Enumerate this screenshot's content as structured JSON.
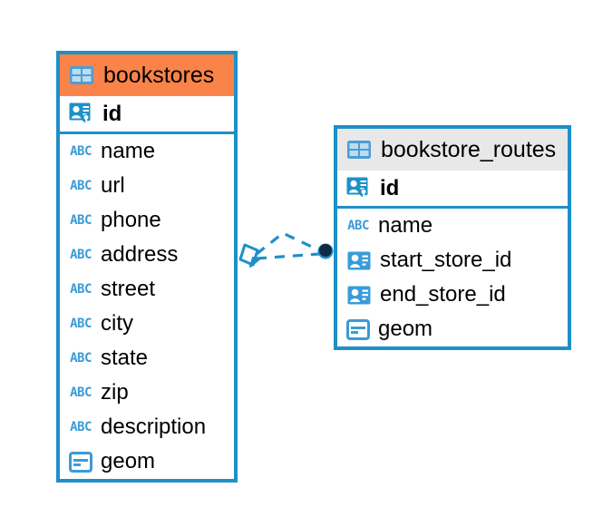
{
  "diagram": {
    "type": "entity-relationship-diagram",
    "background": "#ffffff",
    "accent_blue": "#1e90c8",
    "icon_blue": "#3a9bd9",
    "header_orange": "#fa8349",
    "header_gray": "#e8e8e8",
    "endpoint_dark": "#102a43"
  },
  "entities": [
    {
      "name": "bookstores",
      "header_color": "#fa8349",
      "table_icon": "table-grid-icon",
      "fields": [
        {
          "name": "id",
          "key": "primary",
          "icon": "primary-key-icon"
        },
        {
          "name": "name",
          "key": "none",
          "icon": "abc-text-icon"
        },
        {
          "name": "url",
          "key": "none",
          "icon": "abc-text-icon"
        },
        {
          "name": "phone",
          "key": "none",
          "icon": "abc-text-icon"
        },
        {
          "name": "address",
          "key": "none",
          "icon": "abc-text-icon"
        },
        {
          "name": "street",
          "key": "none",
          "icon": "abc-text-icon"
        },
        {
          "name": "city",
          "key": "none",
          "icon": "abc-text-icon"
        },
        {
          "name": "state",
          "key": "none",
          "icon": "abc-text-icon"
        },
        {
          "name": "zip",
          "key": "none",
          "icon": "abc-text-icon"
        },
        {
          "name": "description",
          "key": "none",
          "icon": "abc-text-icon"
        },
        {
          "name": "geom",
          "key": "none",
          "icon": "geometry-icon"
        }
      ]
    },
    {
      "name": "bookstore_routes",
      "header_color": "#e8e8e8",
      "table_icon": "table-grid-icon",
      "fields": [
        {
          "name": "id",
          "key": "primary",
          "icon": "primary-key-icon"
        },
        {
          "name": "name",
          "key": "none",
          "icon": "abc-text-icon"
        },
        {
          "name": "start_store_id",
          "key": "foreign",
          "icon": "foreign-key-icon"
        },
        {
          "name": "end_store_id",
          "key": "foreign",
          "icon": "foreign-key-icon"
        },
        {
          "name": "geom",
          "key": "none",
          "icon": "geometry-icon"
        }
      ]
    }
  ],
  "relationship": {
    "from_entity": "bookstores",
    "to_entity": "bookstore_routes",
    "line_style": "dashed",
    "line_color": "#1e90c8",
    "source_marker": "diamond-crowsfoot-icon",
    "target_marker": "filled-circle-icon",
    "edge_count": 2
  },
  "icon_glyphs": {
    "abc_text": "ABC"
  }
}
